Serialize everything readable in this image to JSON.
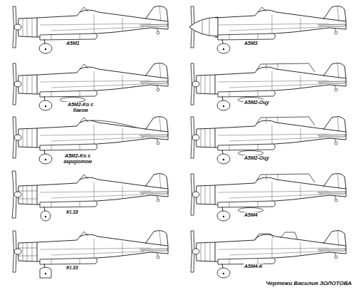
{
  "diagram": {
    "caption": "Чертежи Василия ЗОЛОТОВА",
    "labels": [
      "A5M1",
      "A5M3",
      "A5M2-Ko с баком",
      "A5M2-Оцу",
      "A5M2-Ko с гаргротом",
      "A5M2-Оцу",
      "KI.18",
      "A5M4",
      "KI.33",
      "A5M4-K"
    ]
  }
}
